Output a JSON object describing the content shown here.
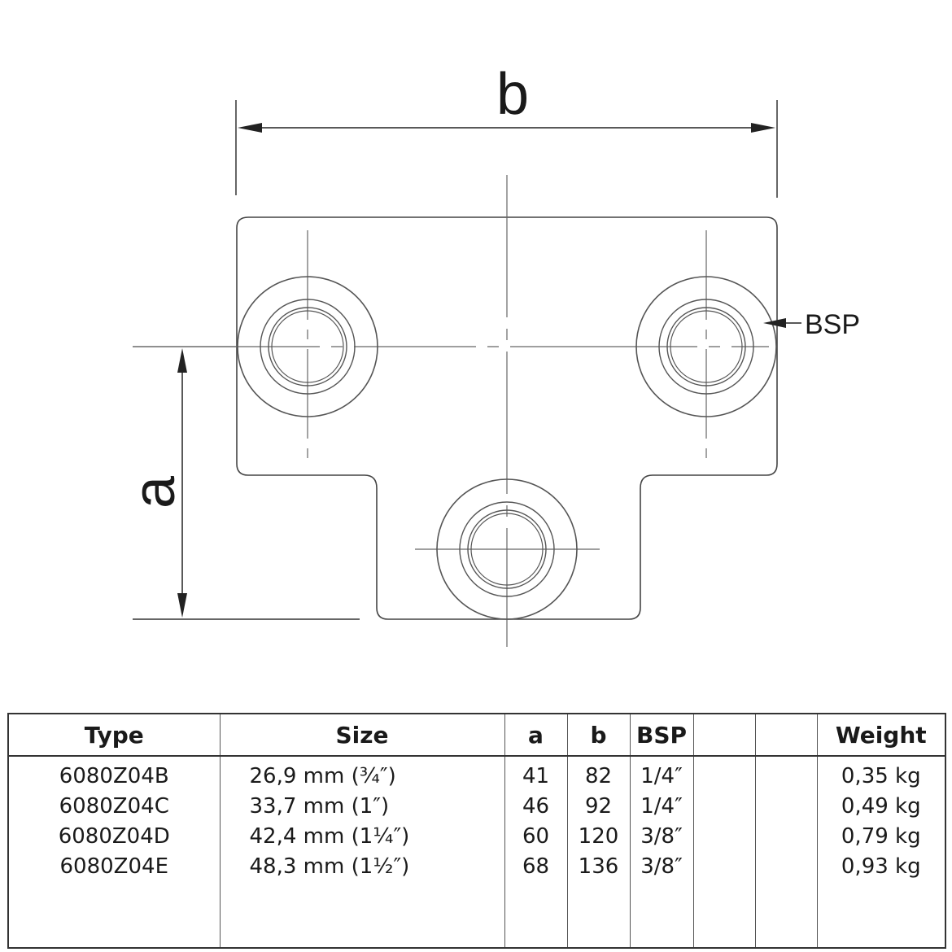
{
  "drawing": {
    "dimension_b": "b",
    "dimension_a": "a",
    "bsp_label": "BSP"
  },
  "table": {
    "headers": [
      "Type",
      "Size",
      "a",
      "b",
      "BSP",
      "",
      "",
      "Weight"
    ],
    "rows": [
      {
        "type": "6080Z04B",
        "size": "26,9 mm (¾″)",
        "a": "41",
        "b": "82",
        "bsp": "1/4″",
        "weight": "0,35 kg"
      },
      {
        "type": "6080Z04C",
        "size": "33,7 mm (1″)",
        "a": "46",
        "b": "92",
        "bsp": "1/4″",
        "weight": "0,49 kg"
      },
      {
        "type": "6080Z04D",
        "size": "42,4 mm (1¼″)",
        "a": "60",
        "b": "120",
        "bsp": "3/8″",
        "weight": "0,79 kg"
      },
      {
        "type": "6080Z04E",
        "size": "48,3 mm (1½″)",
        "a": "68",
        "b": "136",
        "bsp": "3/8″",
        "weight": "0,93 kg"
      }
    ]
  }
}
